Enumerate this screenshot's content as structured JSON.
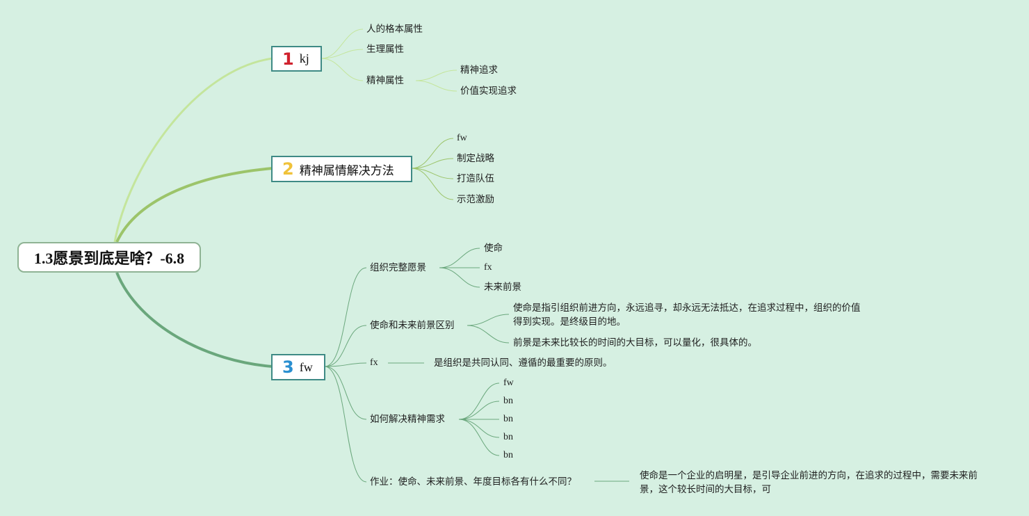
{
  "root": {
    "title": "1.3愿景到底是啥？-6.8"
  },
  "branches": [
    {
      "number": "1",
      "number_color": "#d0222e",
      "title": "kj",
      "children": [
        {
          "label": "人的格本属性"
        },
        {
          "label": "生理属性"
        },
        {
          "label": "精神属性",
          "children": [
            "精神追求",
            "价值实现追求"
          ]
        }
      ]
    },
    {
      "number": "2",
      "number_color": "#f0c23a",
      "title": "精神属情解决方法",
      "children": [
        "fw",
        "制定战略",
        "打造队伍",
        "示范激励"
      ]
    },
    {
      "number": "3",
      "number_color": "#2a8fd0",
      "title": "fw",
      "children": [
        {
          "label": "组织完整愿景",
          "children": [
            "使命",
            "fx",
            "未来前景"
          ]
        },
        {
          "label": "使命和未来前景区别",
          "children": [
            "使命是指引组织前进方向，永远追寻，却永远无法抵达，在追求过程中，组织的价值得到实现。是终级目的地。",
            "前景是未来比较长的时间的大目标，可以量化，很具体的。"
          ]
        },
        {
          "label": "fx",
          "children": [
            "是组织是共同认同、遵循的最重要的原则。"
          ]
        },
        {
          "label": "如何解决精神需求",
          "children": [
            "fw",
            "bn",
            "bn",
            "bn",
            "bn"
          ]
        },
        {
          "label": "作业：使命、未来前景、年度目标各有什么不同？",
          "children": [
            "使命是一个企业的启明星，是引导企业前进的方向，在追求的过程中，需要未来前景，这个较长时间的大目标，可"
          ]
        }
      ]
    }
  ]
}
